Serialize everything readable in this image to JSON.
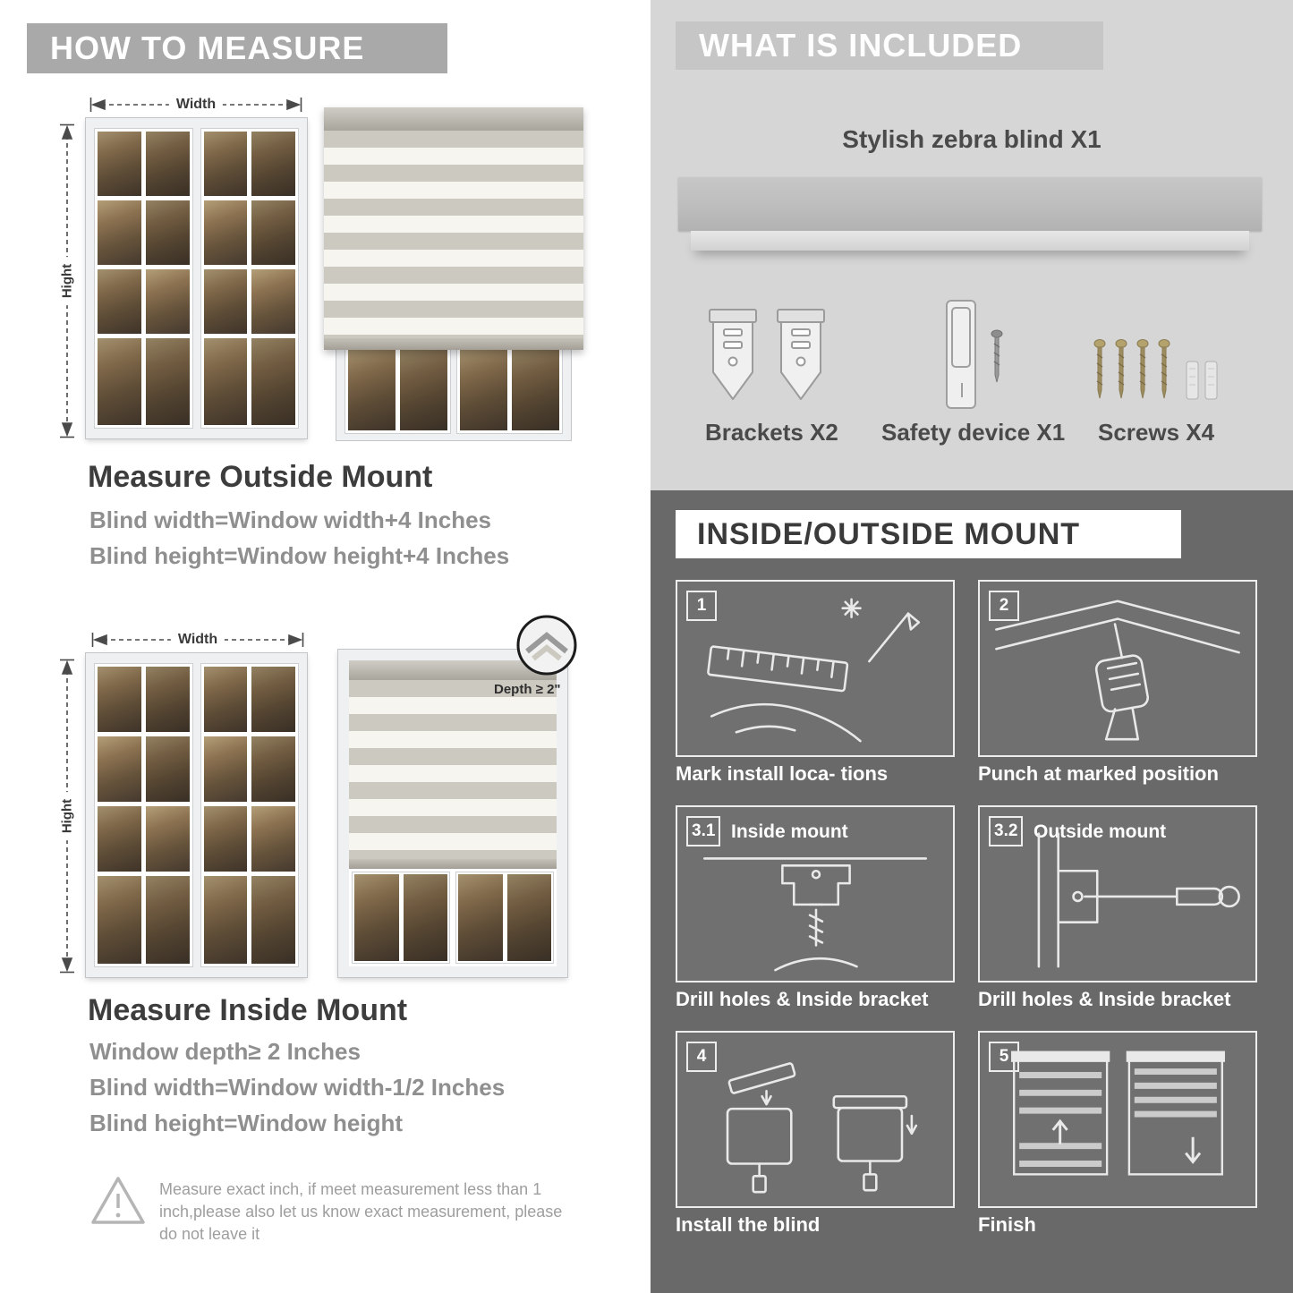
{
  "colors": {
    "banner_gray": "#a9a9a9",
    "panel_light": "#d6d6d6",
    "panel_dark": "#696969",
    "heading_dark": "#3d3d3d",
    "measure_gray": "#8f8f8f"
  },
  "left": {
    "header": "HOW TO MEASURE",
    "outside": {
      "width_label": "Width",
      "height_label": "Hight",
      "title": "Measure Outside Mount",
      "lines": [
        "Blind width=Window width+4 Inches",
        "Blind height=Window height+4 Inches"
      ]
    },
    "inside": {
      "width_label": "Width",
      "height_label": "Hight",
      "depth_label": "Depth ≥ 2\"",
      "title": "Measure Inside Mount",
      "lines": [
        "Window depth≥ 2 Inches",
        "Blind width=Window width-1/2 Inches",
        "Blind height=Window height"
      ]
    },
    "warning": "Measure exact inch, if meet measurement less than 1 inch,please also let us know exact measurement, please do not leave it"
  },
  "right": {
    "included": {
      "header": "WHAT IS INCLUDED",
      "product": "Stylish zebra blind X1",
      "items": [
        {
          "label": "Brackets X2"
        },
        {
          "label": "Safety device X1"
        },
        {
          "label": "Screws X4"
        }
      ]
    },
    "mount": {
      "header": "INSIDE/OUTSIDE MOUNT",
      "steps": [
        {
          "num": "1",
          "caption": "Mark install loca- tions"
        },
        {
          "num": "2",
          "caption": "Punch at  marked position"
        },
        {
          "num": "3.1",
          "title": "Inside mount",
          "caption": "Drill holes &  Inside bracket"
        },
        {
          "num": "3.2",
          "title": "Outside mount",
          "caption": "Drill holes &  Inside bracket"
        },
        {
          "num": "4",
          "caption": "Install the blind"
        },
        {
          "num": "5",
          "caption": "Finish"
        }
      ]
    }
  }
}
